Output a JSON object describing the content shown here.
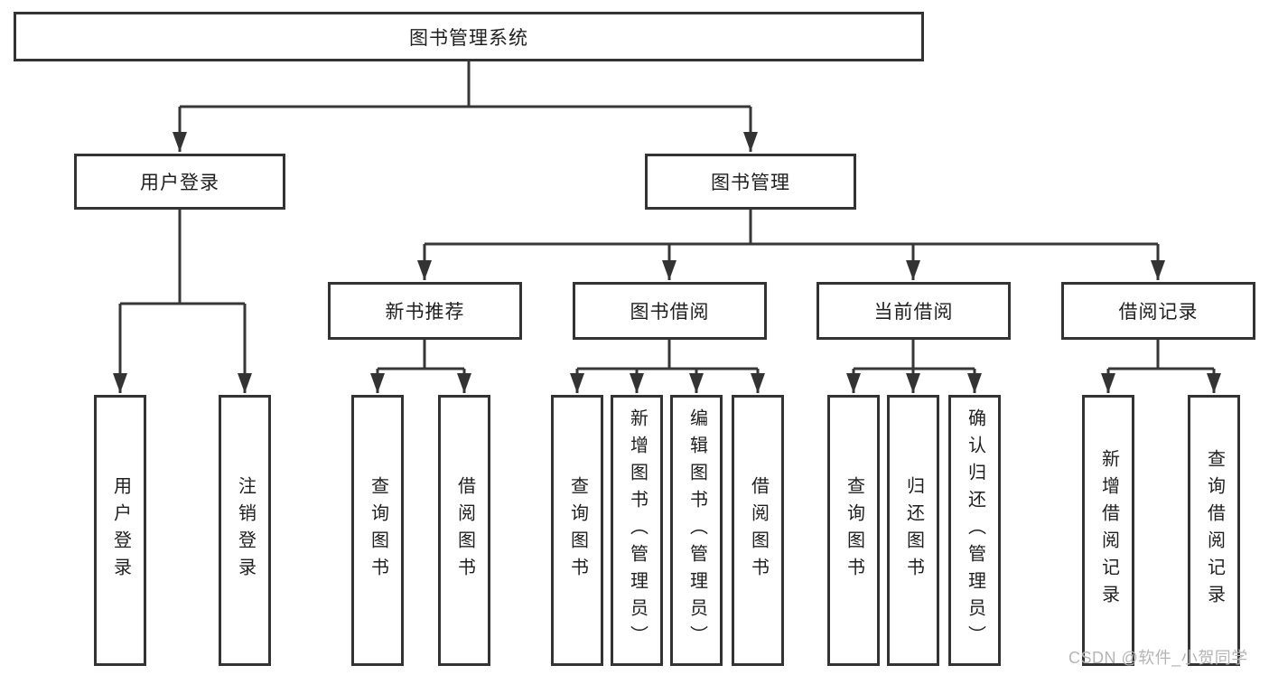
{
  "diagram": {
    "root": {
      "label": "图书管理系统"
    },
    "level2": [
      {
        "label": "用户登录"
      },
      {
        "label": "图书管理"
      }
    ],
    "level3": [
      {
        "label": "新书推荐"
      },
      {
        "label": "图书借阅"
      },
      {
        "label": "当前借阅"
      },
      {
        "label": "借阅记录"
      }
    ],
    "leaves": [
      {
        "parent": "用户登录",
        "label": "用户登录"
      },
      {
        "parent": "用户登录",
        "label": "注销登录"
      },
      {
        "parent": "新书推荐",
        "label": "查询图书"
      },
      {
        "parent": "新书推荐",
        "label": "借阅图书"
      },
      {
        "parent": "图书借阅",
        "label": "查询图书"
      },
      {
        "parent": "图书借阅",
        "label": "新增图书（管理员）"
      },
      {
        "parent": "图书借阅",
        "label": "编辑图书（管理员）"
      },
      {
        "parent": "图书借阅",
        "label": "借阅图书"
      },
      {
        "parent": "当前借阅",
        "label": "查询图书"
      },
      {
        "parent": "当前借阅",
        "label": "归还图书"
      },
      {
        "parent": "当前借阅",
        "label": "确认归还（管理员）"
      },
      {
        "parent": "借阅记录",
        "label": "新增借阅记录"
      },
      {
        "parent": "借阅记录",
        "label": "查询借阅记录"
      }
    ],
    "watermark": "CSDN @软件_小贺同学"
  },
  "colors": {
    "line": "#373737",
    "box_border": "#333333",
    "text": "#1f1f1f",
    "watermark_text": "#b5b5b5",
    "background": "#ffffff"
  }
}
